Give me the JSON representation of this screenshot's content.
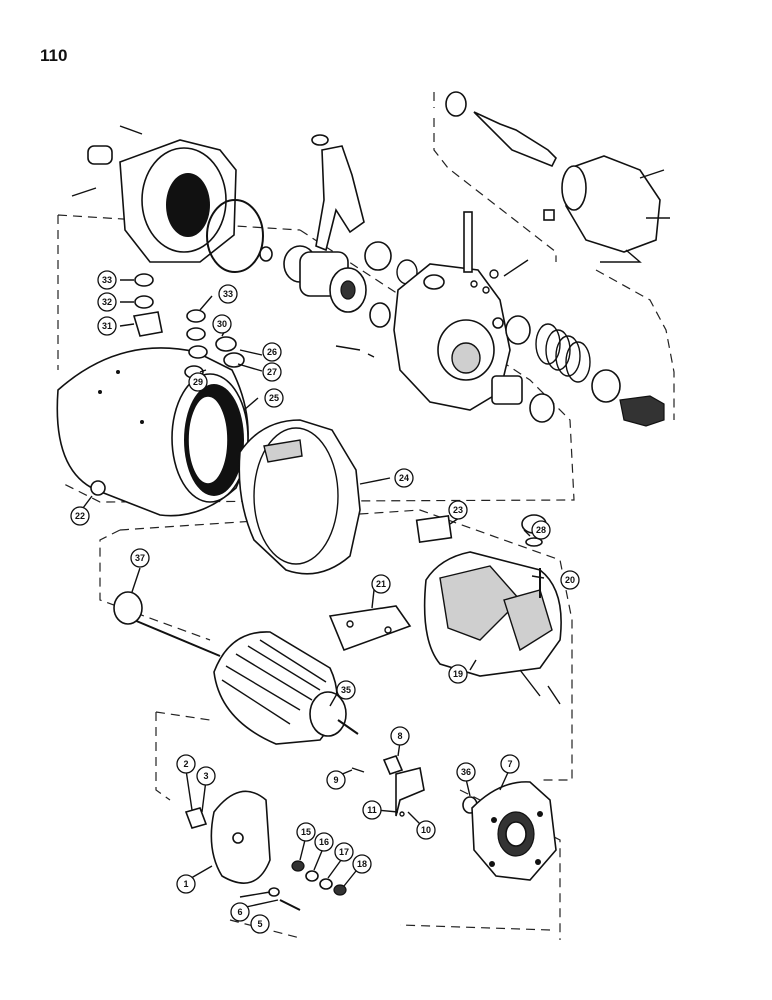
{
  "page": {
    "number": "110"
  },
  "colors": {
    "ink": "#111111",
    "paper": "#ffffff"
  },
  "callouts": [
    {
      "id": "c1",
      "label": "1"
    },
    {
      "id": "c2",
      "label": "2"
    },
    {
      "id": "c3",
      "label": "3"
    },
    {
      "id": "c5",
      "label": "5"
    },
    {
      "id": "c6",
      "label": "6"
    },
    {
      "id": "c7",
      "label": "7"
    },
    {
      "id": "c8",
      "label": "8"
    },
    {
      "id": "c9",
      "label": "9"
    },
    {
      "id": "c10",
      "label": "10"
    },
    {
      "id": "c11",
      "label": "11"
    },
    {
      "id": "c15",
      "label": "15"
    },
    {
      "id": "c16",
      "label": "16"
    },
    {
      "id": "c17",
      "label": "17"
    },
    {
      "id": "c18",
      "label": "18"
    },
    {
      "id": "c19",
      "label": "19"
    },
    {
      "id": "c20",
      "label": "20"
    },
    {
      "id": "c21",
      "label": "21"
    },
    {
      "id": "c22",
      "label": "22"
    },
    {
      "id": "c23",
      "label": "23"
    },
    {
      "id": "c24",
      "label": "24"
    },
    {
      "id": "c25",
      "label": "25"
    },
    {
      "id": "c26",
      "label": "26"
    },
    {
      "id": "c27",
      "label": "27"
    },
    {
      "id": "c28",
      "label": "28"
    },
    {
      "id": "c29",
      "label": "29"
    },
    {
      "id": "c30",
      "label": "30"
    },
    {
      "id": "c31",
      "label": "31"
    },
    {
      "id": "c32",
      "label": "32"
    },
    {
      "id": "c33a",
      "label": "33"
    },
    {
      "id": "c33b",
      "label": "33"
    },
    {
      "id": "c35",
      "label": "35"
    },
    {
      "id": "c36",
      "label": "36"
    },
    {
      "id": "c37",
      "label": "37"
    }
  ]
}
